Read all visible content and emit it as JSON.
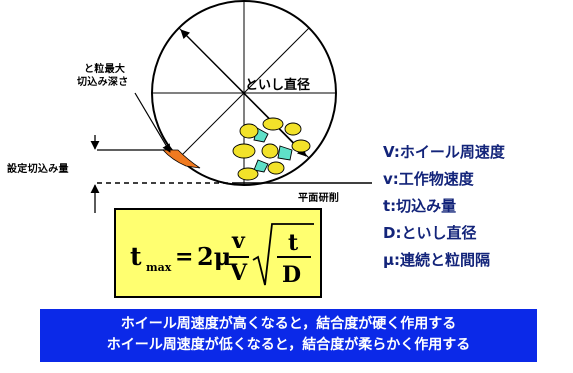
{
  "diagram": {
    "labels": {
      "wheel_diameter": "といし直径",
      "max_depth_line1": "と粒最大",
      "max_depth_line2": "切込み深さ",
      "set_depth": "設定切込み量",
      "surface_grinding": "平面研削"
    }
  },
  "formula": {
    "lhs_base": "t",
    "lhs_sub": "max",
    "equals": "=",
    "coef": "2μ",
    "num1": "v",
    "den1": "V",
    "num2": "t",
    "den2": "D"
  },
  "legend": [
    "V:ホイール周速度",
    "v:工作物速度",
    "t:切込み量",
    "D:といし直径",
    "μ:連続と粒間隔"
  ],
  "footer": {
    "line1": "ホイール周速度が高くなると，結合度が硬く作用する",
    "line2": "ホイール周速度が低くなると，結合度が柔らかく作用する"
  },
  "colors": {
    "grain_fill": "#f2e22a",
    "bond_fill": "#5fe0c8",
    "chip_fill": "#f07a20",
    "legend_text": "#13247a",
    "formula_bg": "#ffff70",
    "footer_bg": "#0b29e8"
  }
}
